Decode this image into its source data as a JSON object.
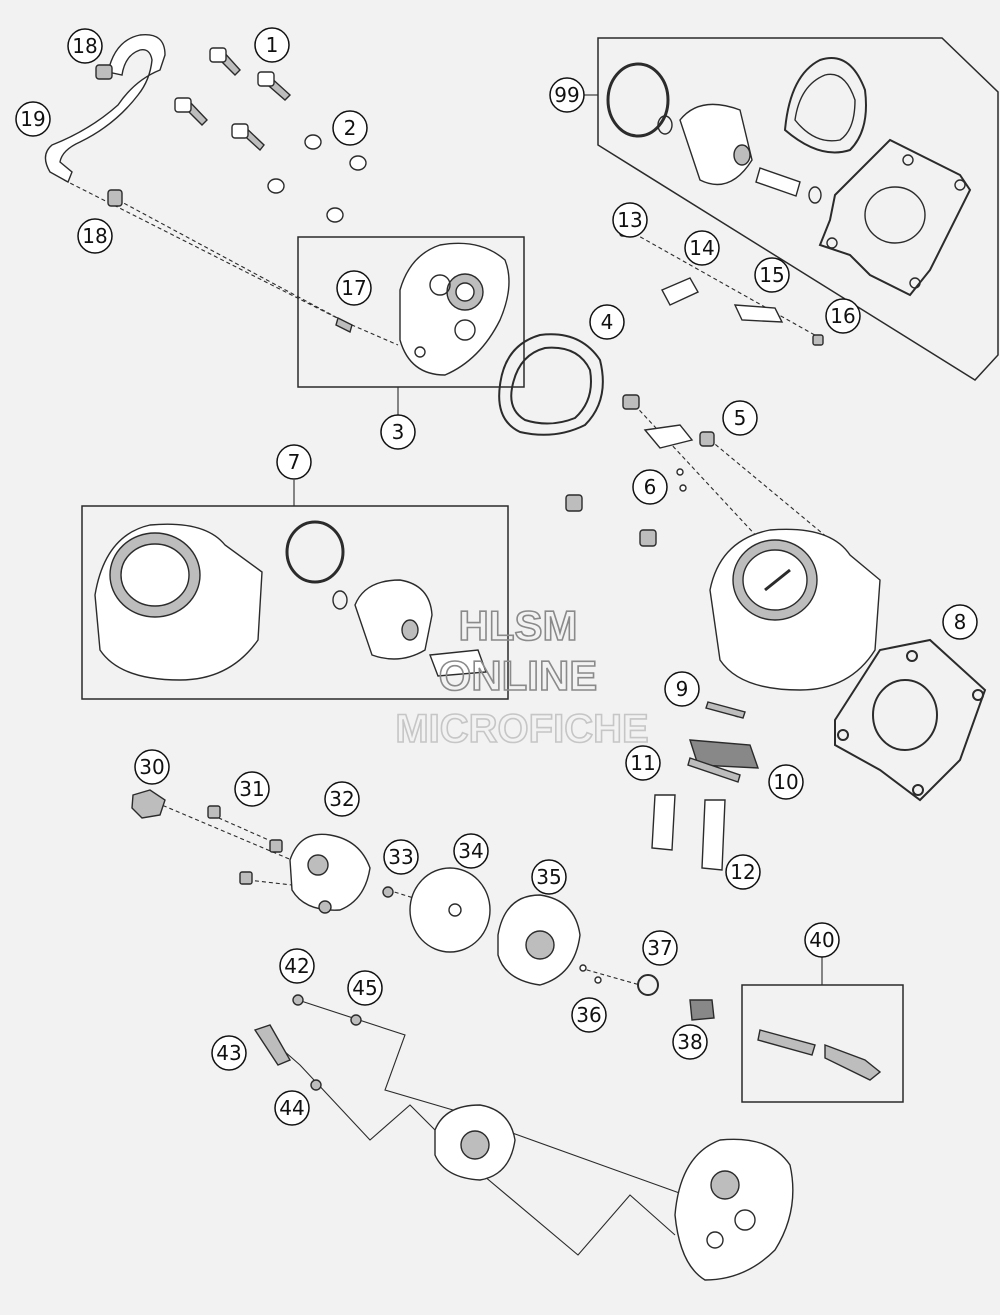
{
  "callouts": [
    "1",
    "2",
    "3",
    "4",
    "5",
    "6",
    "7",
    "8",
    "9",
    "10",
    "11",
    "12",
    "13",
    "14",
    "15",
    "16",
    "17",
    "18",
    "18",
    "19",
    "30",
    "31",
    "32",
    "33",
    "34",
    "35",
    "36",
    "37",
    "38",
    "40",
    "42",
    "43",
    "44",
    "45",
    "99"
  ],
  "watermark": {
    "line1": "HLSM",
    "line2": "ONLINE",
    "line3": "MICROFICHE"
  },
  "colors": {
    "background": "#f2f2f2",
    "line": "#2b2b2b",
    "part_fill": "#ffffff",
    "part_shade": "#bdbdbd",
    "callout_fill": "#ffffff"
  }
}
